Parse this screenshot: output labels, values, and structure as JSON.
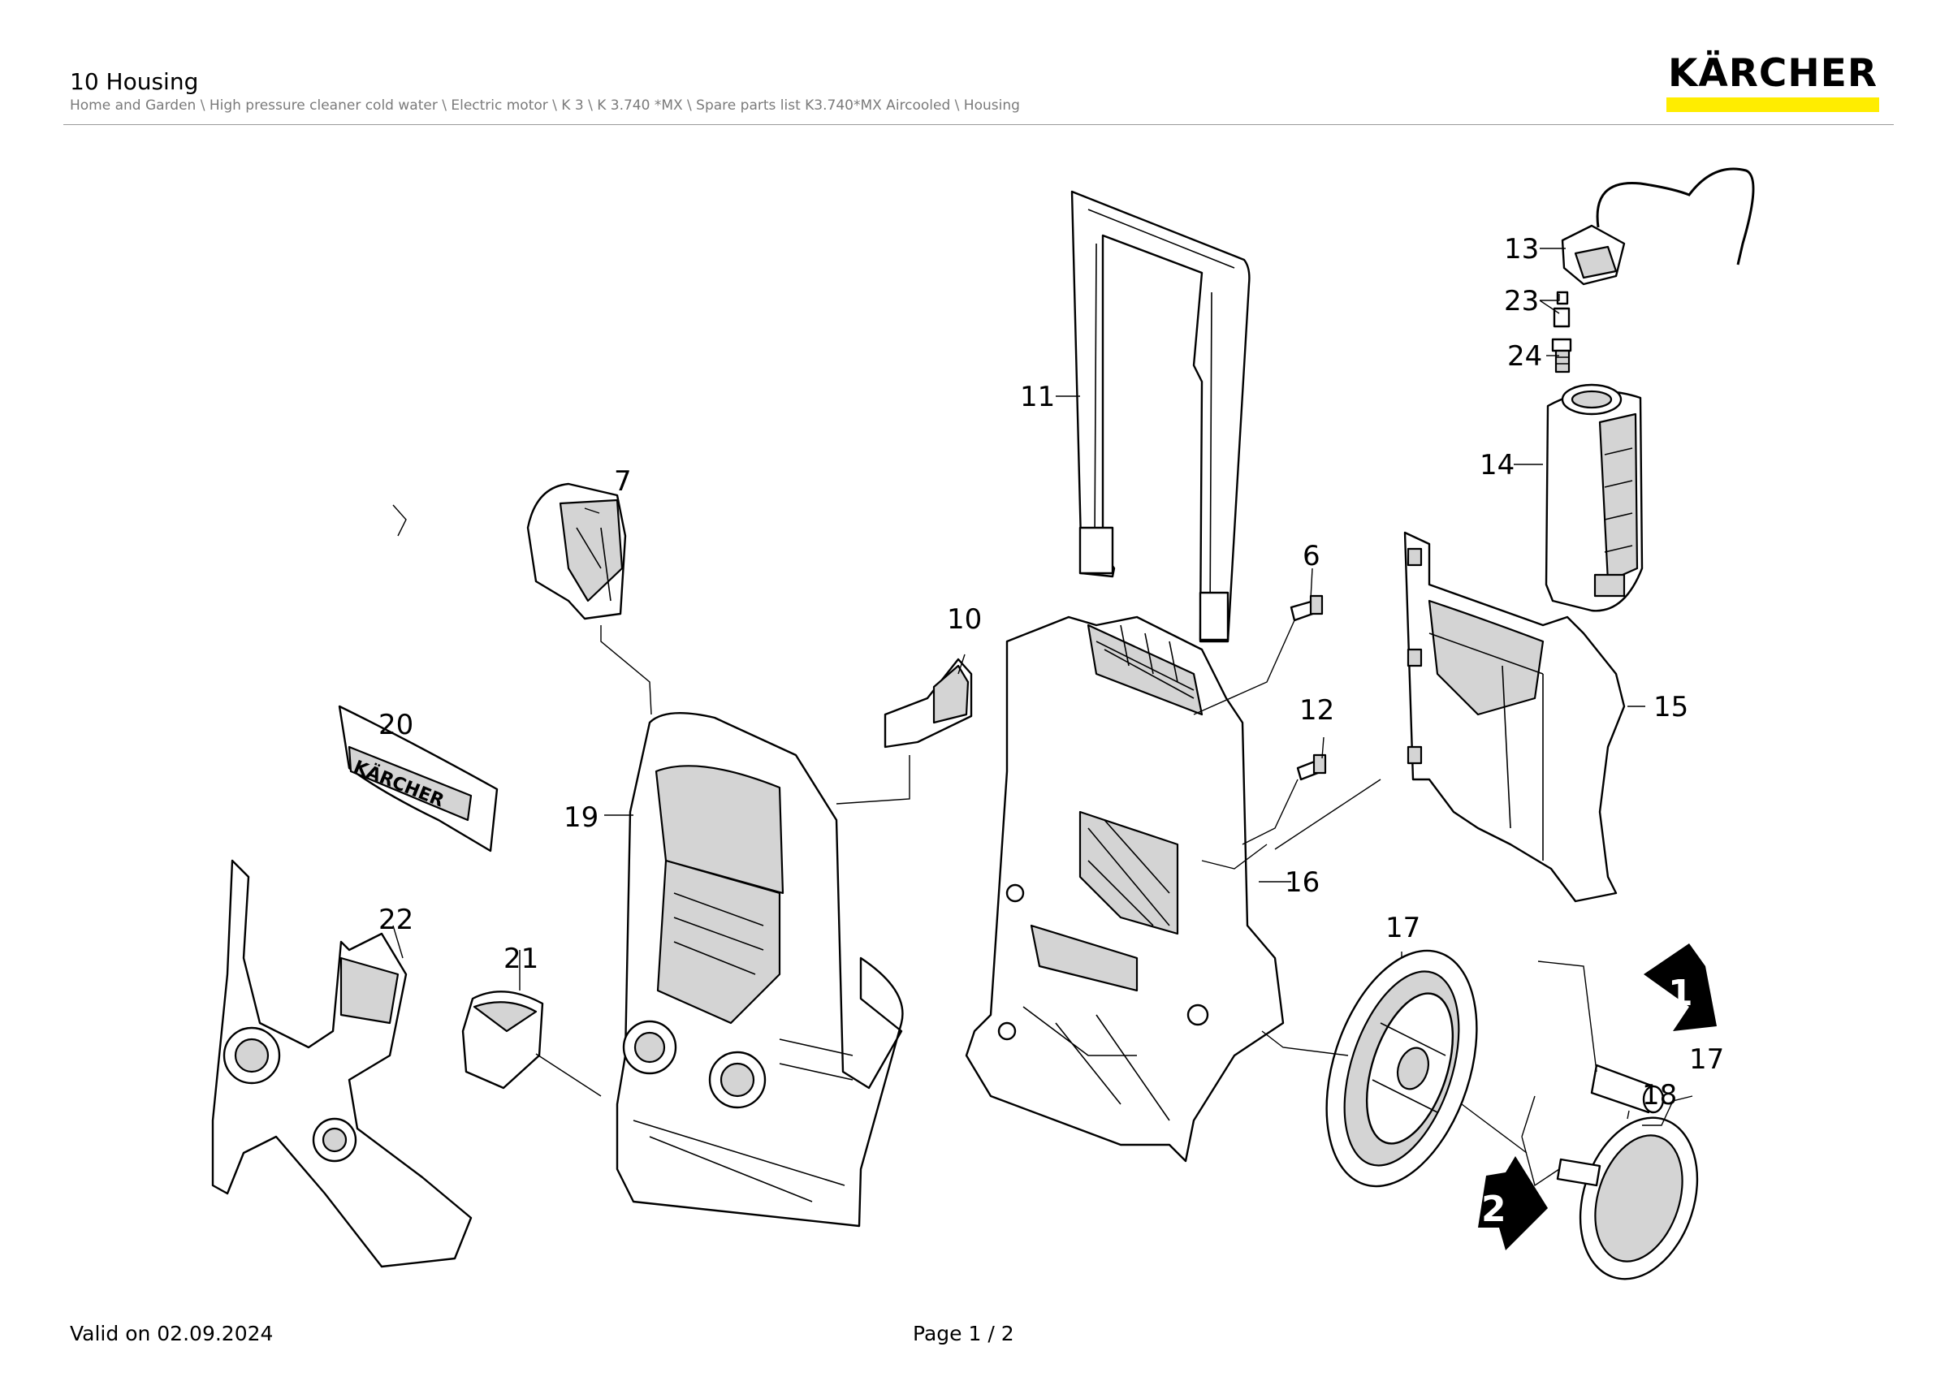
{
  "header": {
    "title": "10 Housing",
    "breadcrumb": "Home and Garden \\ High pressure cleaner cold water \\ Electric motor \\ K 3 \\ K 3.740 *MX \\ Spare parts list K3.740*MX Aircooled \\ Housing",
    "logo_text": "KÄRCHER",
    "logo_color": "#ffed00"
  },
  "callouts": [
    {
      "id": "c7",
      "label": "7"
    },
    {
      "id": "c20",
      "label": "20"
    },
    {
      "id": "c19",
      "label": "19"
    },
    {
      "id": "c22",
      "label": "22"
    },
    {
      "id": "c21",
      "label": "21"
    },
    {
      "id": "c10",
      "label": "10"
    },
    {
      "id": "c11",
      "label": "11"
    },
    {
      "id": "c6",
      "label": "6"
    },
    {
      "id": "c12",
      "label": "12"
    },
    {
      "id": "c16",
      "label": "16"
    },
    {
      "id": "c17a",
      "label": "17"
    },
    {
      "id": "c13",
      "label": "13"
    },
    {
      "id": "c23",
      "label": "23"
    },
    {
      "id": "c24",
      "label": "24"
    },
    {
      "id": "c14",
      "label": "14"
    },
    {
      "id": "c15",
      "label": "15"
    },
    {
      "id": "c17b",
      "label": "17"
    },
    {
      "id": "c18",
      "label": "18"
    }
  ],
  "step_markers": [
    {
      "label": "1"
    },
    {
      "label": "2"
    }
  ],
  "footer": {
    "valid": "Valid on 02.09.2024",
    "page": "Page 1 / 2"
  }
}
